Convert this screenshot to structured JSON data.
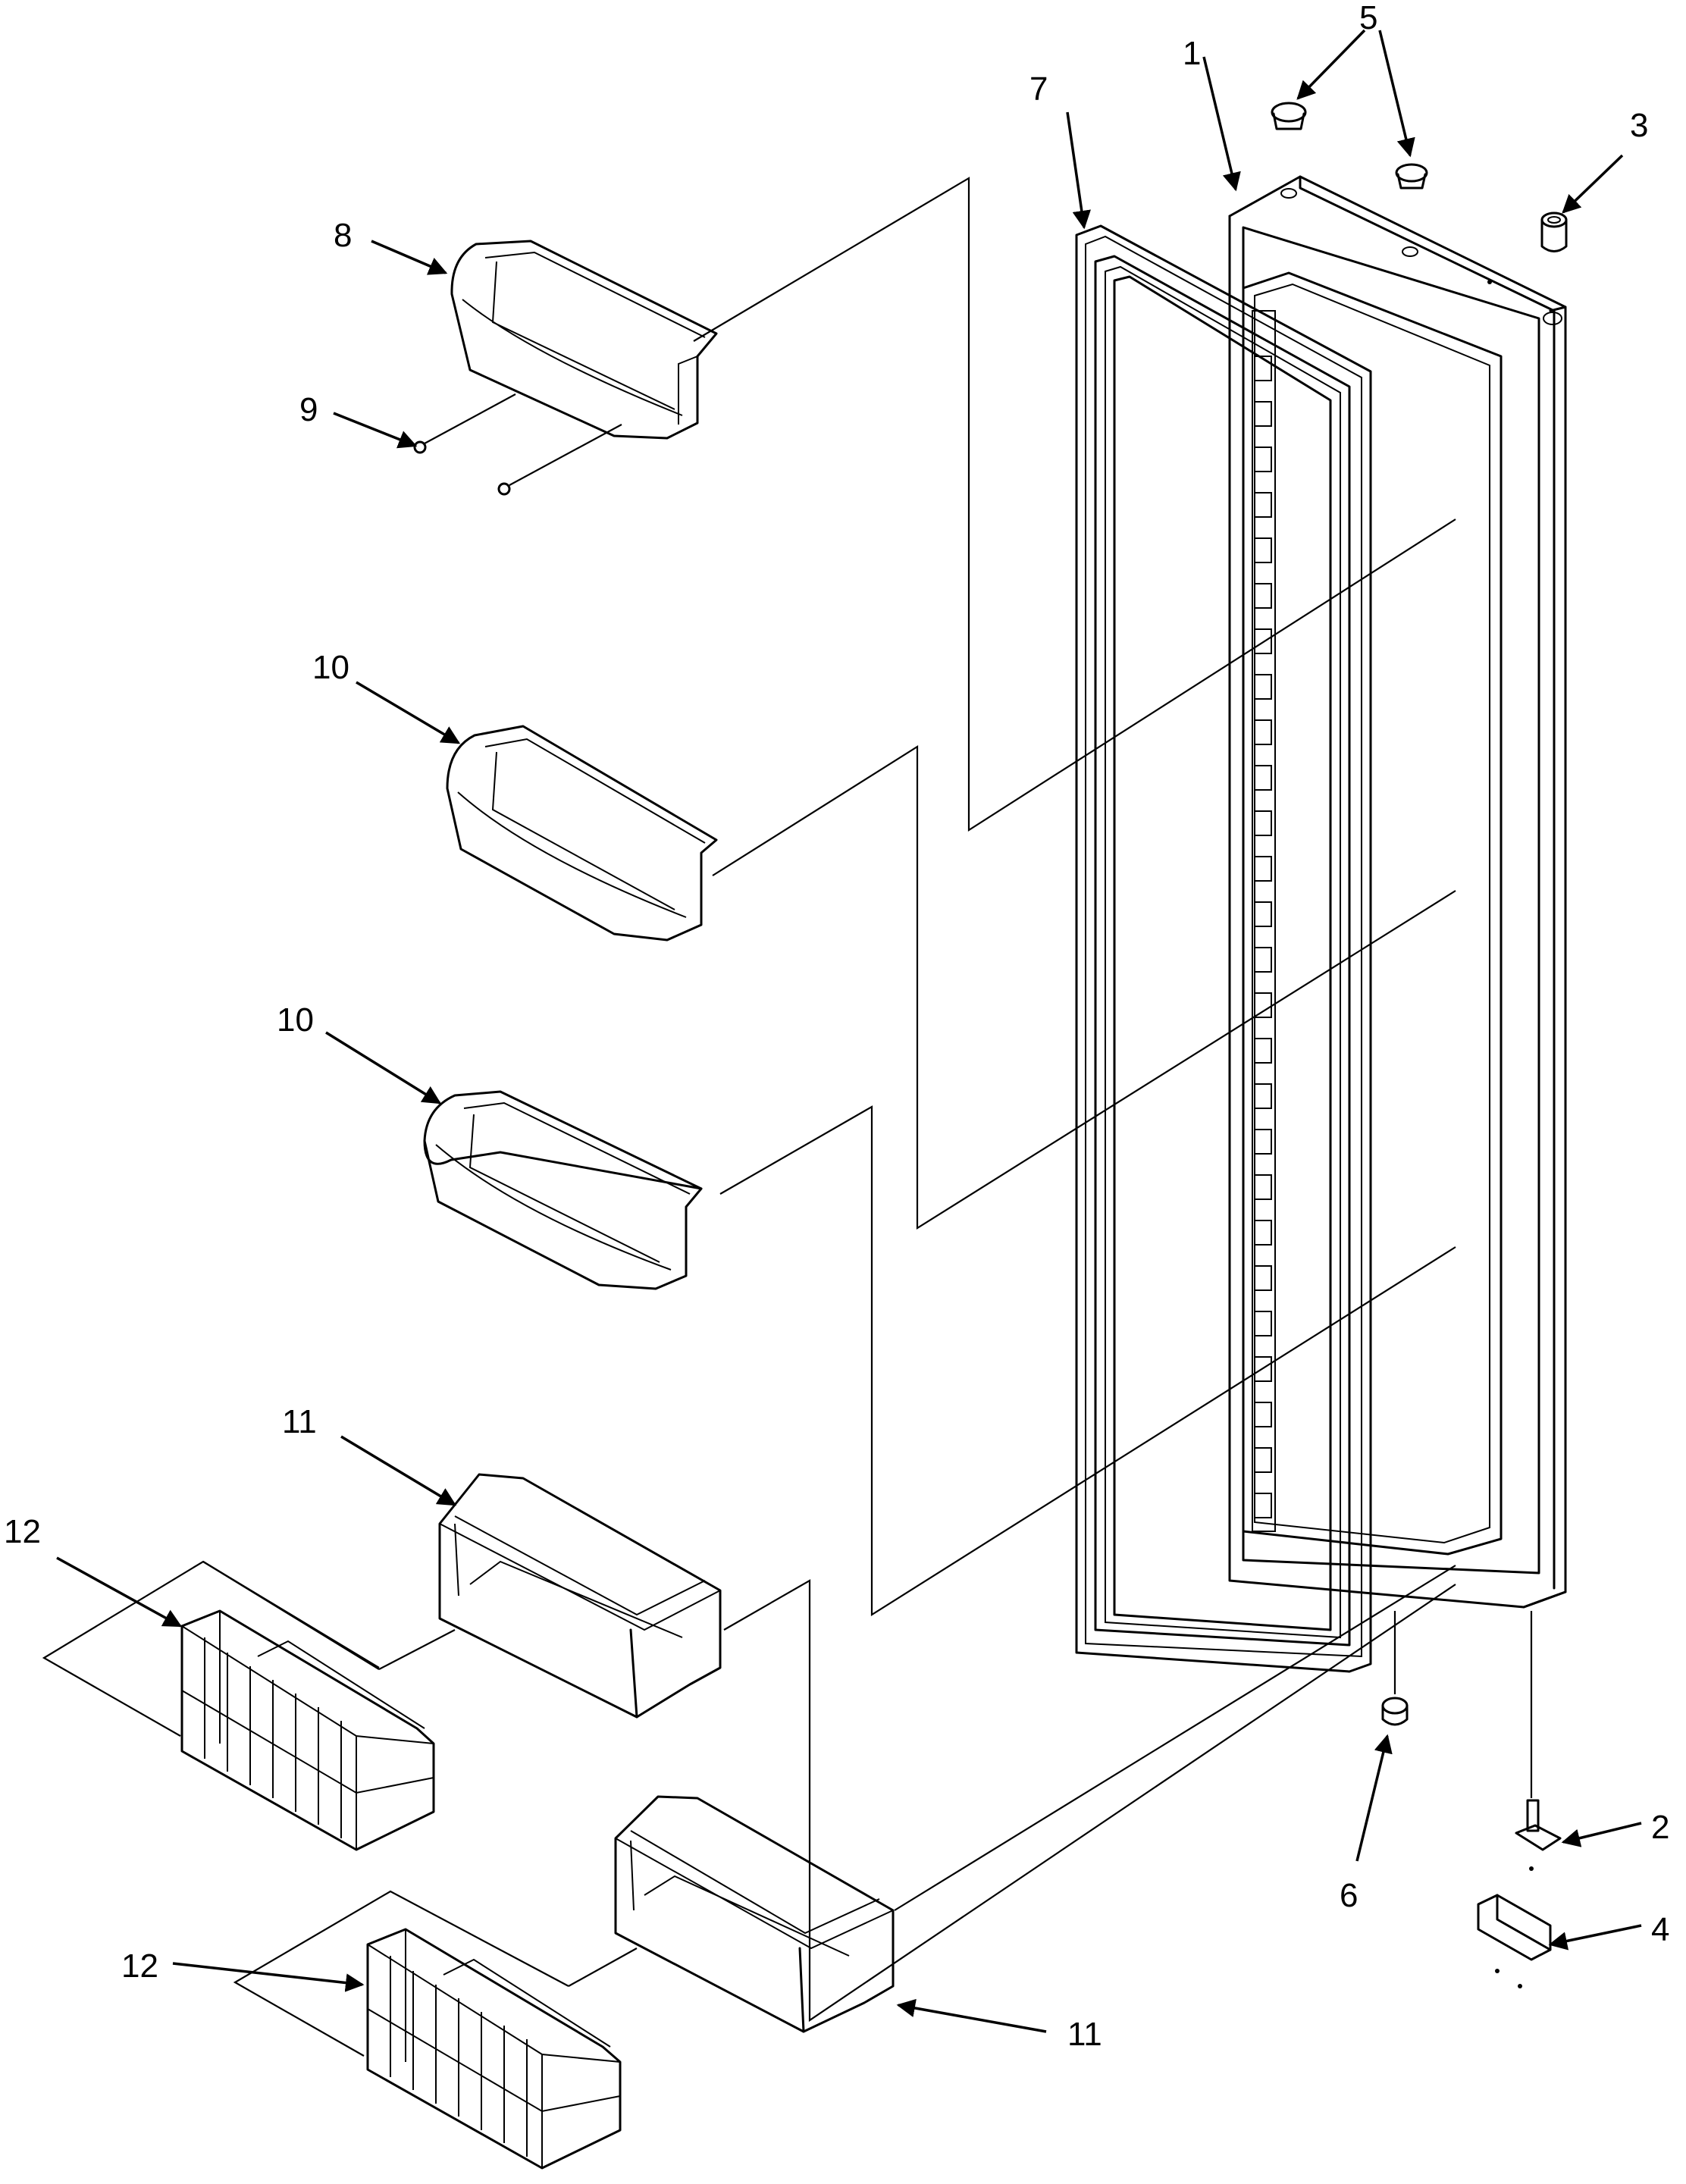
{
  "callouts": {
    "c1": "1",
    "c2": "2",
    "c3": "3",
    "c4": "4",
    "c5": "5",
    "c6": "6",
    "c7": "7",
    "c8": "8",
    "c9": "9",
    "c10a": "10",
    "c10b": "10",
    "c11a": "11",
    "c11b": "11",
    "c12a": "12",
    "c12b": "12"
  },
  "colors": {
    "ink": "#000000",
    "paper": "#ffffff"
  }
}
